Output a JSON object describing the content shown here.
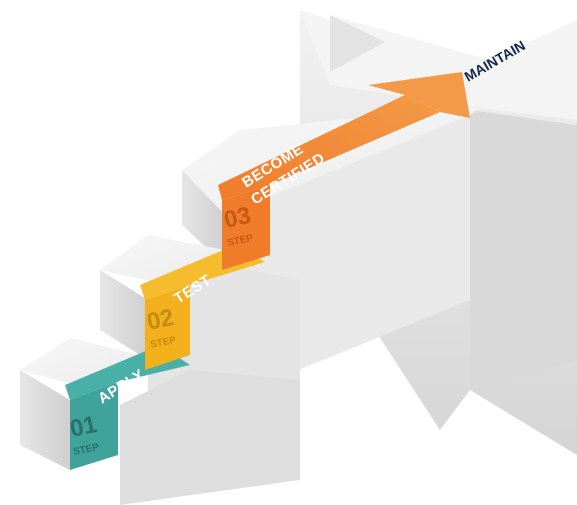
{
  "steps": [
    {
      "number": "01",
      "sub": "STEP",
      "label": "APPLY",
      "color": "#3fa39b",
      "dark": "#2e8079",
      "num_color": "#2a6f69"
    },
    {
      "number": "02",
      "sub": "STEP",
      "label": "TEST",
      "color": "#f2b01c",
      "dark": "#d99a10",
      "num_color": "#c58a12"
    },
    {
      "number": "03",
      "sub": "STEP",
      "label": "BECOME",
      "label2": "CERTIFIED",
      "color": "#f07c2a",
      "dark": "#d8651a",
      "num_color": "#c45a17"
    }
  ],
  "final": {
    "label": "MAINTAIN",
    "color": "#13294b"
  }
}
